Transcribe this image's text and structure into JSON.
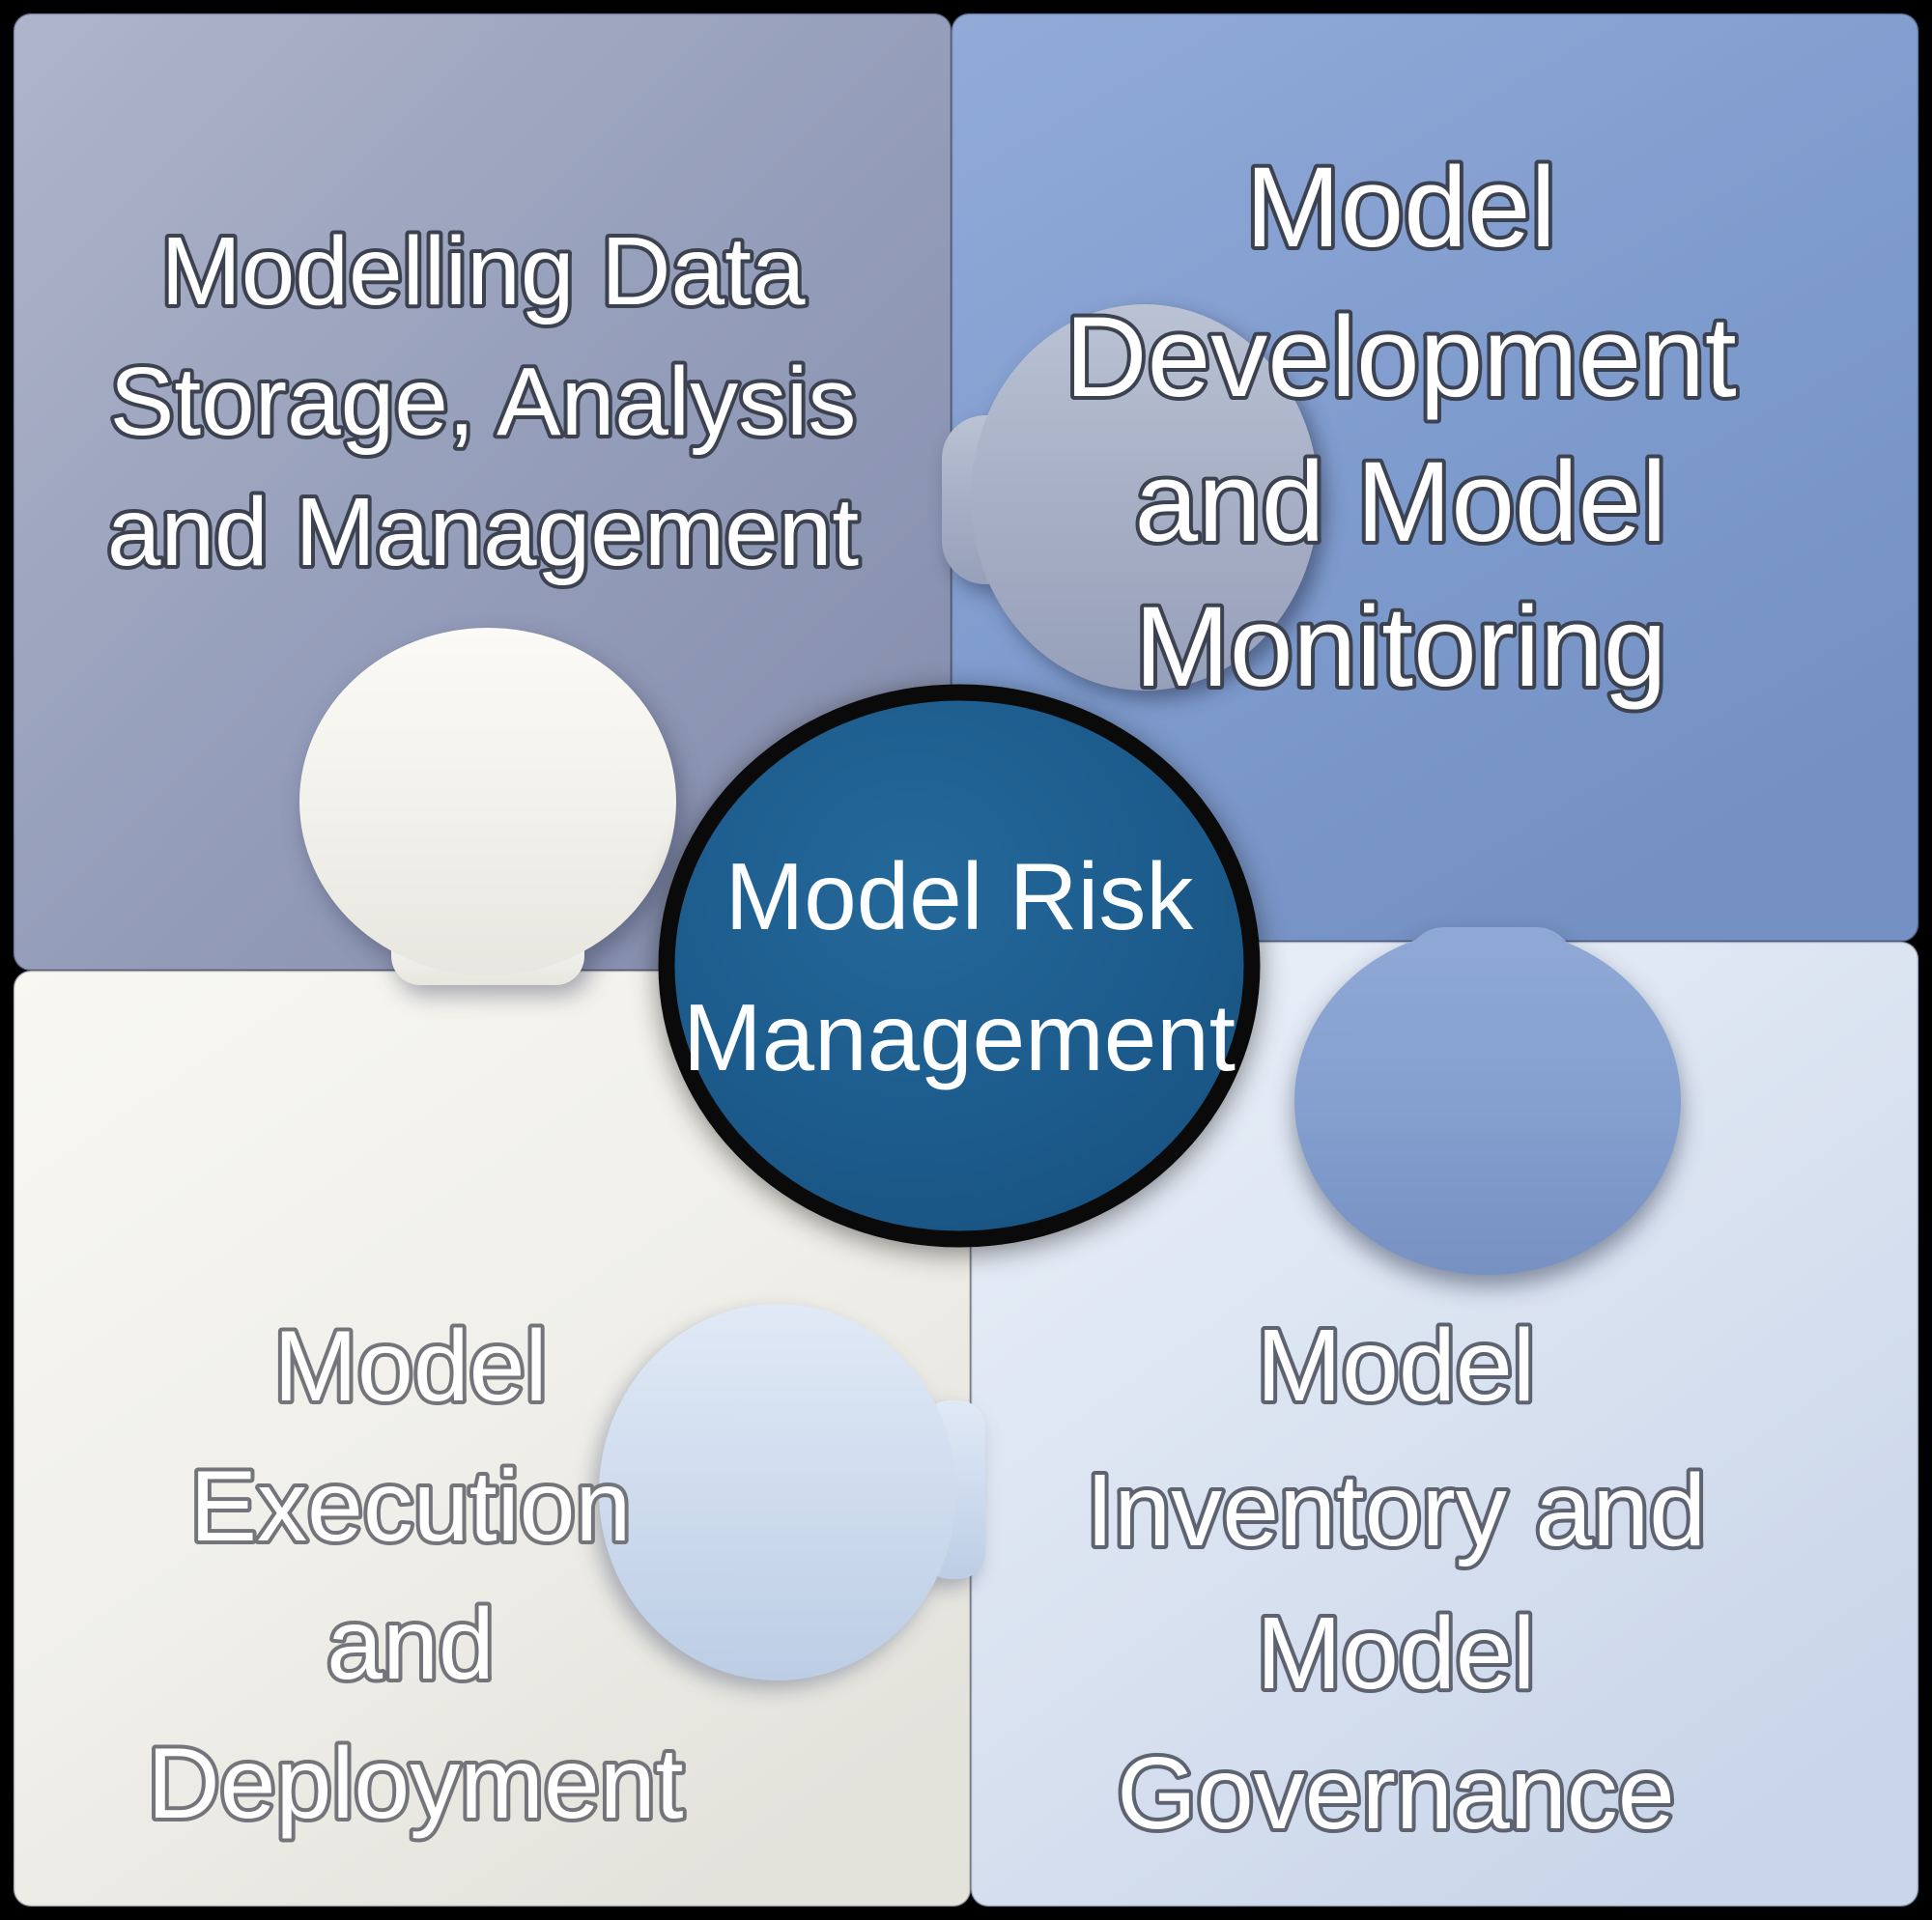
{
  "center_circle": {
    "line1": "Model Risk",
    "line2": "Management"
  },
  "pieces": {
    "top_left": {
      "lines": [
        "Modelling Data",
        "Storage, Analysis",
        "and Management"
      ]
    },
    "top_right": {
      "lines": [
        "Model",
        "Development",
        "and Model",
        "Monitoring"
      ]
    },
    "bottom_left": {
      "lines": [
        "Model",
        "Execution",
        "and",
        "Deployment"
      ]
    },
    "bottom_right": {
      "lines": [
        "Model",
        "Inventory and",
        "Model",
        "Governance"
      ]
    }
  },
  "colors": {
    "background": "#000000",
    "piece_top_left": "#959eba",
    "piece_top_right": "#7f9cce",
    "piece_bottom_left": "#f0efe9",
    "piece_bottom_right": "#d9e2f0",
    "tab_top_left": "#a8b1c6",
    "tab_top_right": "#84a0cf",
    "tab_bottom_left": "#f2f1eb",
    "tab_bottom_right": "#cfdcee",
    "circle_fill": "#1c5b8c",
    "circle_border": "#0a0a0a",
    "label_text": "#ffffff"
  }
}
